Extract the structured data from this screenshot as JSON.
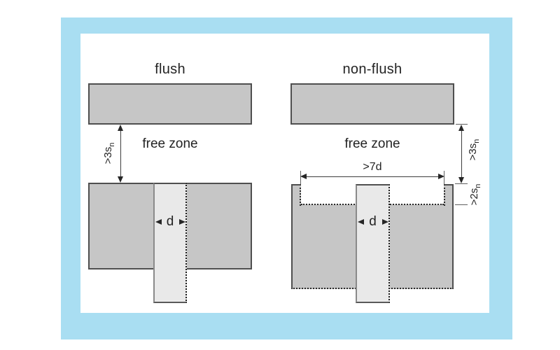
{
  "colors": {
    "frame_blue": "#a9def2",
    "metal_fill": "#c6c6c6",
    "sensor_fill": "#e9e9e9",
    "outline_dark": "#4f4f4f"
  },
  "left_diagram": {
    "title": "flush",
    "free_zone_label": "free zone",
    "clearance_dim_base": ">3s",
    "clearance_dim_sub": "n",
    "diameter_label": "d"
  },
  "right_diagram": {
    "title": "non-flush",
    "free_zone_label": "free zone",
    "clearance_dim_base": ">3s",
    "clearance_dim_sub": "n",
    "recess_depth_base": ">2s",
    "recess_depth_sub": "n",
    "recess_width_label": ">7d",
    "diameter_label": "d"
  }
}
